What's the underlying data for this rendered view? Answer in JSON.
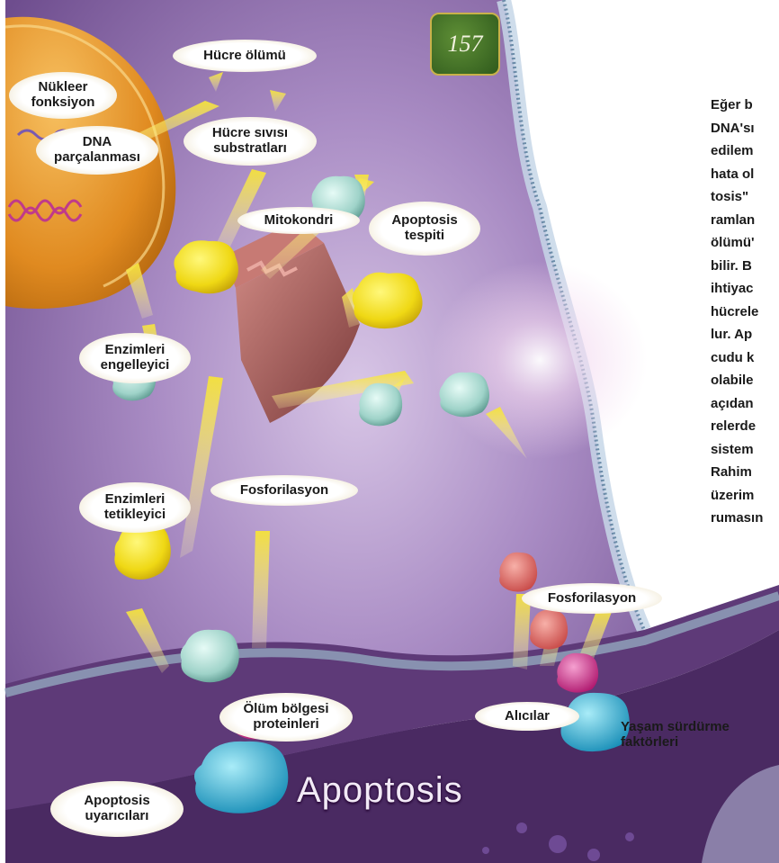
{
  "page_number": "157",
  "labels": {
    "hucre_olumu": "Hücre ölümü",
    "nukleer": "Nükleer\nfonksiyon",
    "dna": "DNA\nparçalanması",
    "substrat": "Hücre sıvısı\nsubstratları",
    "mitokondri": "Mitokondri",
    "apoptosis_tespiti": "Apoptosis\ntespiti",
    "enzim_engel": "Enzimleri\nengelleyici",
    "enzim_tetik": "Enzimleri\ntetikleyici",
    "fosforilasyon_1": "Fosforilasyon",
    "fosforilasyon_2": "Fosforilasyon",
    "olum_bolgesi": "Ölüm bölgesi\nproteinleri",
    "alicilar": "Alıcılar",
    "yasam": "Yaşam sürdürme\nfaktörleri",
    "apoptosis_uyaricilari": "Apoptosis\nuyarıcıları",
    "apoptosis_title": "Apoptosis"
  },
  "side_text_lines": [
    "Eğer b",
    "DNA'sı",
    "edilem",
    "hata ol",
    "tosis\"",
    "ramlan",
    "ölümü'",
    "bilir. B",
    "ihtiyac",
    "hücrele",
    "lur. Ap",
    "cudu k",
    "olabile",
    "açıdan",
    "relerde",
    "sistem",
    "Rahim",
    "üzerim",
    "rumasın"
  ],
  "colors": {
    "cytoplasm": "#a98cc4",
    "membrane": "#7a4f94",
    "nucleus": "#e79a2a",
    "enzyme_yellow": "#f0df1a",
    "protein_teal": "#9fd3c9",
    "receptor_pink": "#e07878",
    "stimulus_blue": "#3fb7d8",
    "magenta": "#d62e8a"
  }
}
